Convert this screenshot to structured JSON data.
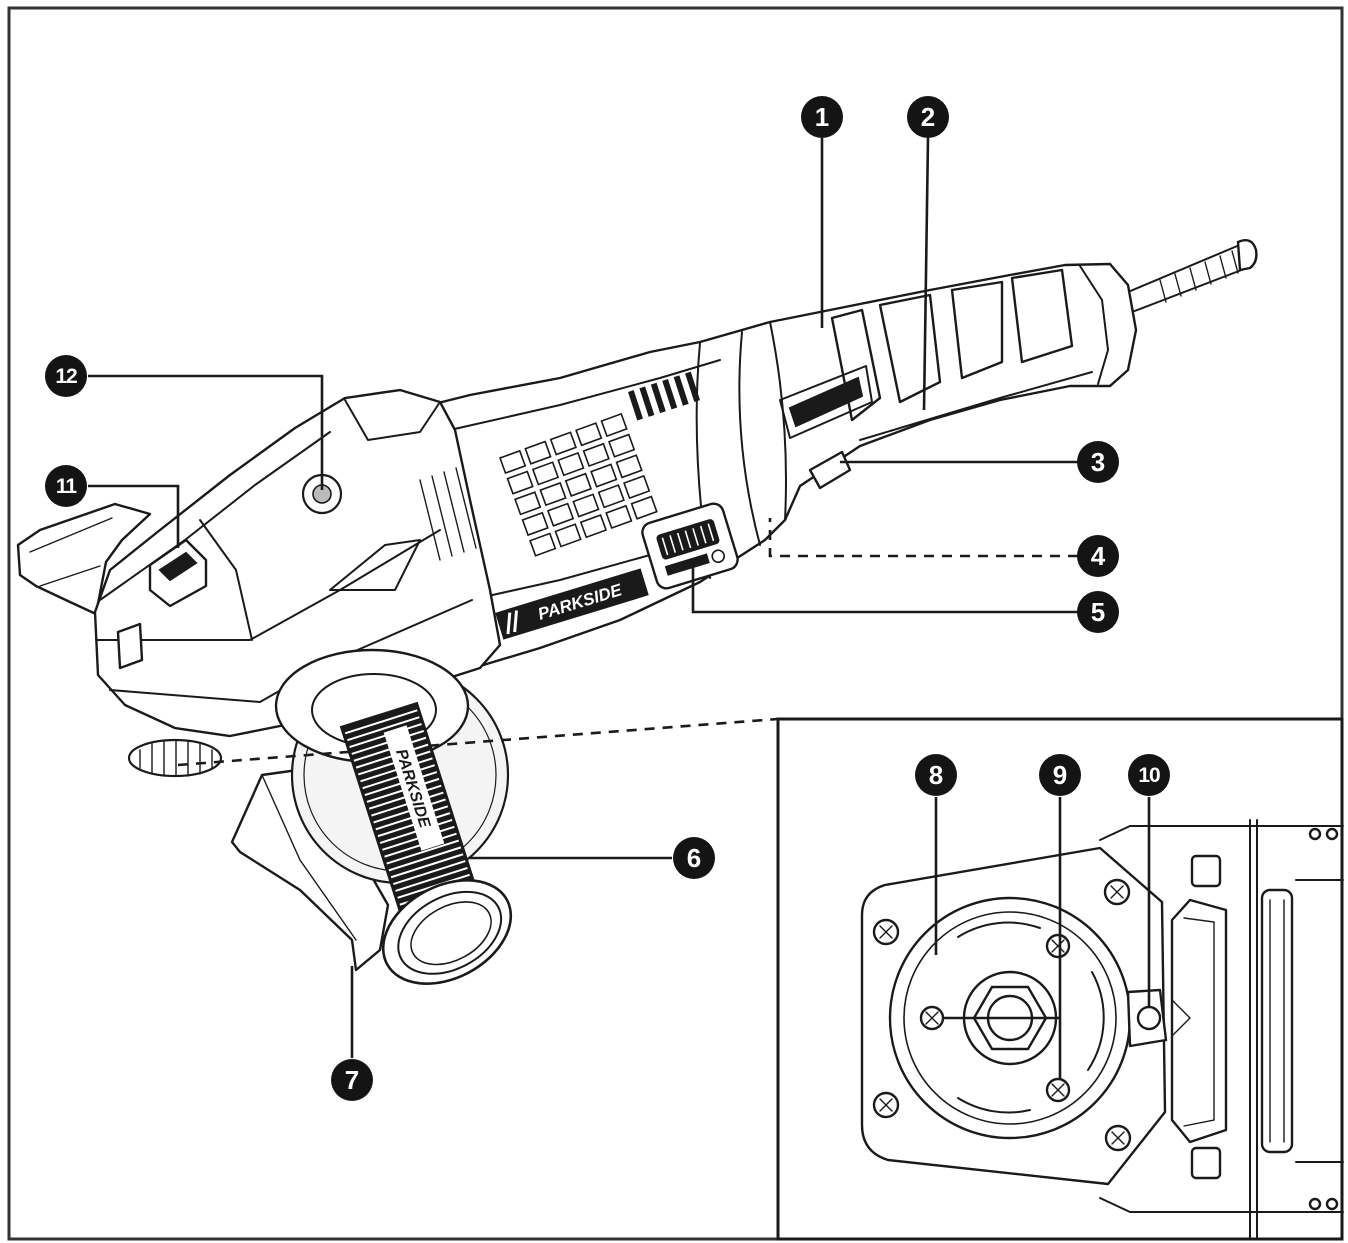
{
  "callouts": [
    "1",
    "2",
    "3",
    "4",
    "5",
    "6",
    "7",
    "8",
    "9",
    "10",
    "11",
    "12"
  ],
  "brand": {
    "body_label": "PARKSIDE",
    "handle_label": "PARKSIDE"
  },
  "colors": {
    "ink": "#1a1a1a",
    "paper": "#ffffff"
  }
}
